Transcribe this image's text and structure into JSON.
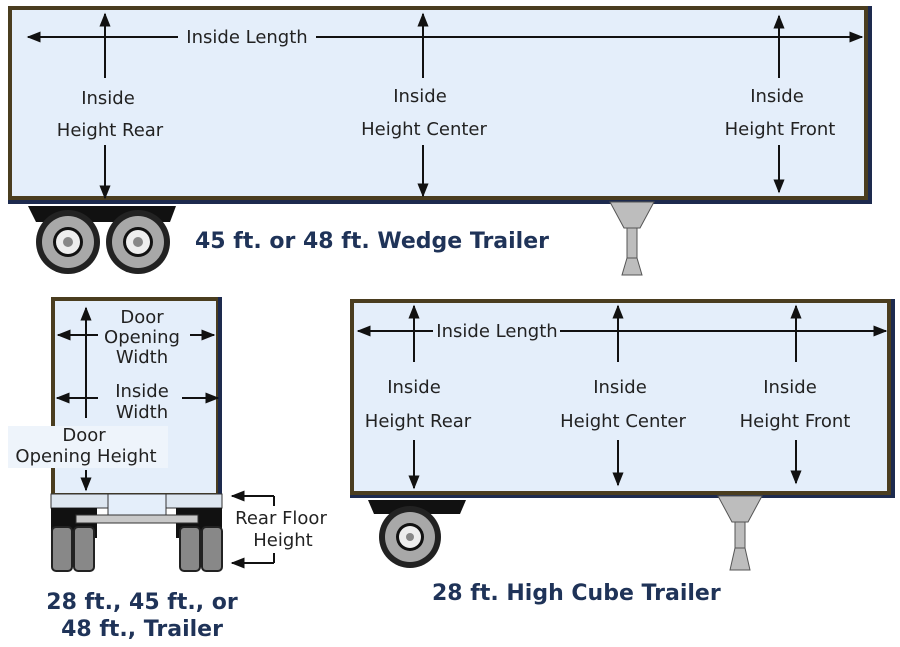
{
  "colors": {
    "panel": "#e4eefa",
    "frame_brown": "#4a3d1f",
    "frame_navy": "#1d2a4e",
    "title": "#1f3358",
    "label": "#222222",
    "tire": "#2a2a2a",
    "tire_inner": "#a8a8a8",
    "hub": "#eeeeee",
    "stand": "#bdbdbd"
  },
  "wedge_trailer": {
    "title": "45 ft. or 48 ft. Wedge Trailer",
    "inside_length": "Inside Length",
    "rear": {
      "line1": "Inside",
      "line2": "Height Rear"
    },
    "center": {
      "line1": "Inside",
      "line2": "Height Center"
    },
    "front": {
      "line1": "Inside",
      "line2": "Height Front"
    }
  },
  "rear_view_trailer": {
    "title_line1": "28 ft., 45 ft., or",
    "title_line2": "48 ft., Trailer",
    "door_opening_width": {
      "line1": "Door",
      "line2": "Opening",
      "line3": "Width"
    },
    "inside_width": {
      "line1": "Inside",
      "line2": "Width"
    },
    "door_opening_height": {
      "line1": "Door",
      "line2": "Opening Height"
    },
    "rear_floor_height": {
      "line1": "Rear Floor",
      "line2": "Height"
    }
  },
  "high_cube_trailer": {
    "title": "28 ft. High Cube Trailer",
    "inside_length": "Inside Length",
    "rear": {
      "line1": "Inside",
      "line2": "Height Rear"
    },
    "center": {
      "line1": "Inside",
      "line2": "Height Center"
    },
    "front": {
      "line1": "Inside",
      "line2": "Height Front"
    }
  }
}
